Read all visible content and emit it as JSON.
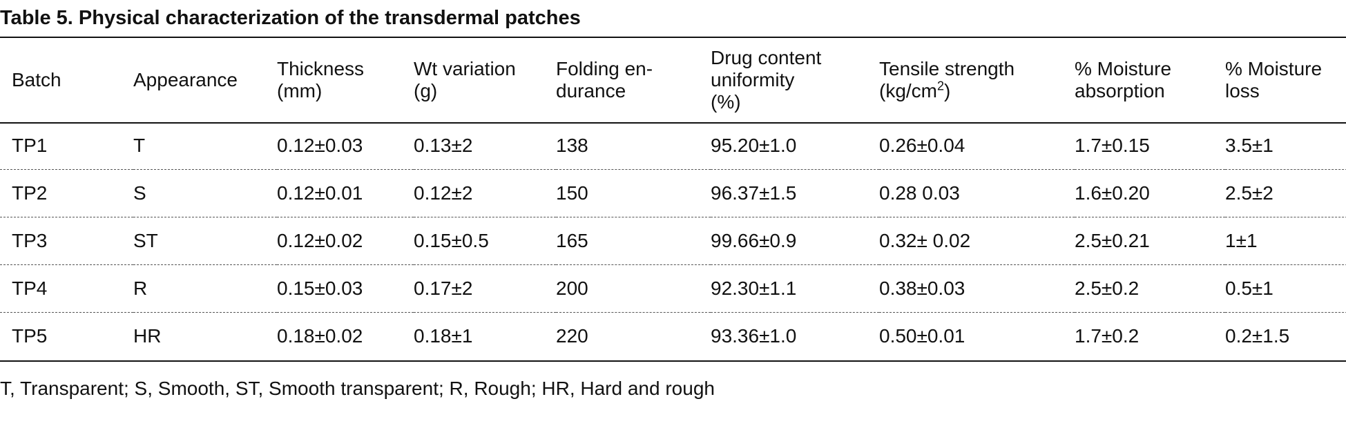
{
  "caption": "Table 5. Physical characterization of the transdermal patches",
  "table": {
    "headers": [
      {
        "line1": "Batch",
        "line2": "",
        "line3": ""
      },
      {
        "line1": "Appearance",
        "line2": "",
        "line3": ""
      },
      {
        "line1": "Thickness",
        "line2": "(mm)",
        "line3": ""
      },
      {
        "line1": "Wt variation",
        "line2": "(g)",
        "line3": ""
      },
      {
        "line1": "Folding en-",
        "line2": "durance",
        "line3": ""
      },
      {
        "line1": "Drug content",
        "line2": "uniformity",
        "line3": "(%)"
      },
      {
        "line1": "Tensile strength",
        "line2": "(kg/cm",
        "line2_sup": "2",
        "line2_tail": ")",
        "line3": ""
      },
      {
        "line1": "% Moisture",
        "line2": "absorption",
        "line3": ""
      },
      {
        "line1": "% Moisture",
        "line2": "loss",
        "line3": ""
      }
    ],
    "rows": [
      [
        "TP1",
        "T",
        "0.12±0.03",
        "0.13±2",
        "138",
        "95.20±1.0",
        "0.26±0.04",
        "1.7±0.15",
        "3.5±1"
      ],
      [
        "TP2",
        "S",
        "0.12±0.01",
        "0.12±2",
        "150",
        "96.37±1.5",
        "0.28 0.03",
        "1.6±0.20",
        "2.5±2"
      ],
      [
        "TP3",
        "ST",
        "0.12±0.02",
        "0.15±0.5",
        "165",
        "99.66±0.9",
        "0.32± 0.02",
        "2.5±0.21",
        "1±1"
      ],
      [
        "TP4",
        "R",
        "0.15±0.03",
        "0.17±2",
        "200",
        "92.30±1.1",
        "0.38±0.03",
        "2.5±0.2",
        "0.5±1"
      ],
      [
        "TP5",
        "HR",
        "0.18±0.02",
        "0.18±1",
        "220",
        "93.36±1.0",
        "0.50±0.01",
        "1.7±0.2",
        "0.2±1.5"
      ]
    ]
  },
  "footnote": "T, Transparent; S, Smooth, ST, Smooth transparent; R, Rough; HR, Hard and rough"
}
